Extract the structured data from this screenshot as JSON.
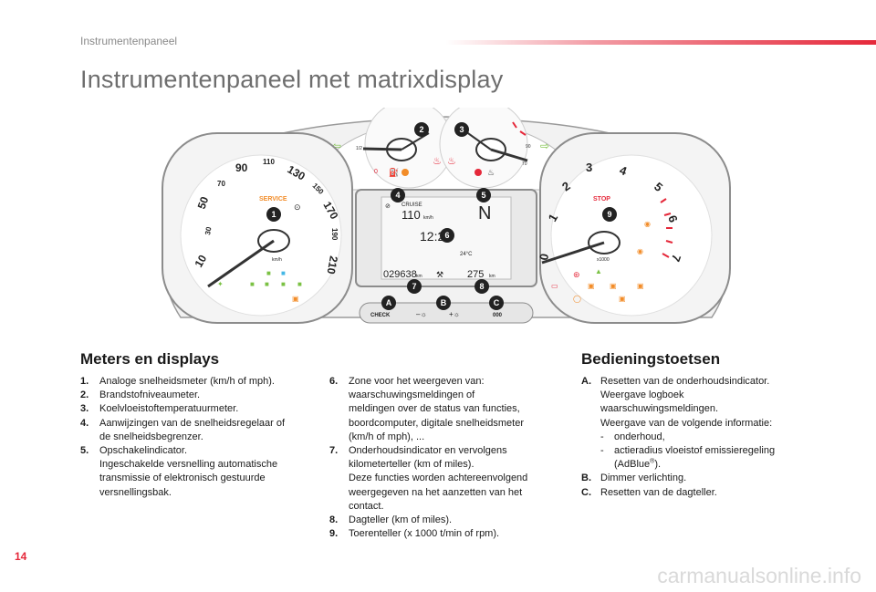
{
  "header": {
    "section": "Instrumentenpaneel"
  },
  "title": "Instrumentenpaneel met matrixdisplay",
  "figure": {
    "speedo_ticks": [
      "10",
      "30",
      "50",
      "70",
      "90",
      "110",
      "130",
      "150",
      "170",
      "190",
      "210"
    ],
    "speedo_unit": "km/h",
    "speedo_service": "SERVICE",
    "tacho_ticks": [
      "0",
      "1",
      "2",
      "3",
      "4",
      "5",
      "6",
      "7"
    ],
    "tacho_unit": "x1000",
    "tacho_stop": "STOP",
    "fuel_marks": [
      "0",
      "1/2"
    ],
    "temp_marks": [
      "90",
      "70"
    ],
    "display": {
      "cruise": "CRUISE",
      "speed": "110",
      "speed_unit": "km/h",
      "gear": "N",
      "time": "12:25",
      "temp": "24°C",
      "odo": "029638",
      "odo_unit": "km",
      "trip": "275",
      "trip_unit": "km"
    },
    "buttons": {
      "check": "CHECK",
      "dim_minus": "–☼",
      "dim_plus": "+☼",
      "reset": "000"
    },
    "callouts": [
      "1",
      "2",
      "3",
      "4",
      "5",
      "6",
      "7",
      "8",
      "9",
      "A",
      "B",
      "C"
    ]
  },
  "meters": {
    "heading": "Meters en displays",
    "items": [
      {
        "num": "1.",
        "lines": [
          "Analoge snelheidsmeter (km/h of mph)."
        ]
      },
      {
        "num": "2.",
        "lines": [
          "Brandstofniveaumeter."
        ]
      },
      {
        "num": "3.",
        "lines": [
          "Koelvloeistoftemperatuurmeter."
        ]
      },
      {
        "num": "4.",
        "lines": [
          "Aanwijzingen van de snelheidsregelaar of",
          "de snelheidsbegrenzer."
        ]
      },
      {
        "num": "5.",
        "lines": [
          "Opschakelindicator.",
          "Ingeschakelde versnelling automatische",
          "transmissie of elektronisch gestuurde",
          "versnellingsbak."
        ]
      }
    ],
    "items2": [
      {
        "num": "6.",
        "lines": [
          "Zone voor het weergeven van:",
          "waarschuwingsmeldingen of",
          "meldingen over de status van functies,",
          "boordcomputer, digitale snelheidsmeter",
          "(km/h of mph), ..."
        ]
      },
      {
        "num": "7.",
        "lines": [
          "Onderhoudsindicator en vervolgens",
          "kilometerteller (km of miles).",
          "Deze functies worden achtereenvolgend",
          "weergegeven na het aanzetten van het",
          "contact."
        ]
      },
      {
        "num": "8.",
        "lines": [
          "Dagteller (km of miles)."
        ]
      },
      {
        "num": "9.",
        "lines": [
          "Toerenteller (x 1000 t/min of rpm)."
        ]
      }
    ]
  },
  "controls": {
    "heading": "Bedieningstoetsen",
    "a_num": "A.",
    "a_lines": [
      "Resetten van de onderhoudsindicator.",
      "Weergave logboek",
      "waarschuwingsmeldingen.",
      "Weergave van de volgende informatie:"
    ],
    "a_dash1": "onderhoud,",
    "a_dash2": "actieradius vloeistof emissieregeling",
    "a_dash3_pre": "(AdBlue",
    "a_dash3_sup": "®",
    "a_dash3_post": ").",
    "dash_char": "-",
    "b_num": "B.",
    "b_text": "Dimmer verlichting.",
    "c_num": "C.",
    "c_text": "Resetten van de dagteller."
  },
  "footer": {
    "page": "14",
    "watermark": "carmanualsonline.info"
  }
}
